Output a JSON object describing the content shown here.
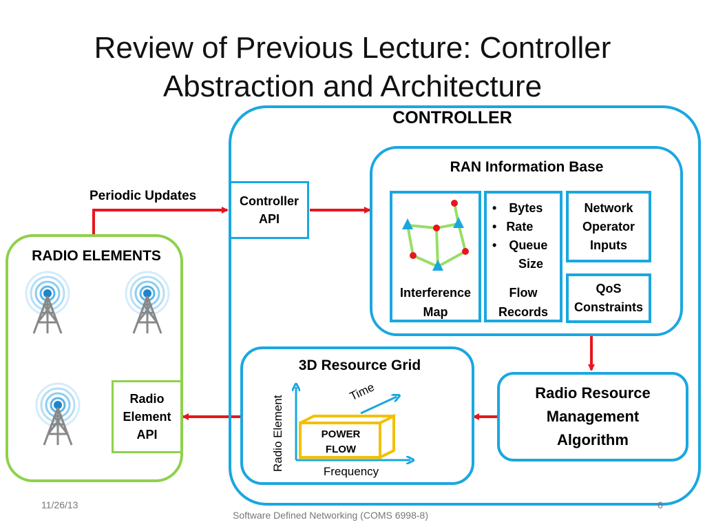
{
  "slide": {
    "title_line1": "Review of Previous Lecture: Controller",
    "title_line2": "Abstraction and Architecture",
    "footer_date": "11/26/13",
    "footer_course": "Software Defined Networking (COMS 6998-8)",
    "footer_page": "6"
  },
  "controller": {
    "label": "CONTROLLER",
    "api_line1": "Controller",
    "api_line2": "API"
  },
  "ran_info_base": {
    "title": "RAN Information Base",
    "interference_line1": "Interference",
    "interference_line2": "Map",
    "flow_items": [
      "Bytes",
      "Rate",
      "Queue",
      "Size"
    ],
    "flow_line1": "Flow",
    "flow_line2": "Records",
    "operator_line1": "Network",
    "operator_line2": "Operator",
    "operator_line3": "Inputs",
    "qos_line1": "QoS",
    "qos_line2": "Constraints"
  },
  "resource_grid": {
    "title": "3D Resource Grid",
    "y_axis": "Radio Element",
    "x_axis": "Frequency",
    "z_axis": "Time",
    "block_line1": "POWER",
    "block_line2": "FLOW"
  },
  "rrm": {
    "line1": "Radio Resource",
    "line2": "Management",
    "line3": "Algorithm"
  },
  "radio_elements": {
    "label": "RADIO ELEMENTS",
    "api_line1": "Radio",
    "api_line2": "Element",
    "api_line3": "API"
  },
  "periodic_updates": "Periodic Updates",
  "colors": {
    "controller_blue": "#1aa7e0",
    "radio_green": "#8dd14a",
    "arrow_red": "#e8151d",
    "grid_yellow": "#f2c000",
    "graph_edge": "#99dd66",
    "node_red": "#e8151d",
    "node_blue": "#1aa7e0"
  }
}
